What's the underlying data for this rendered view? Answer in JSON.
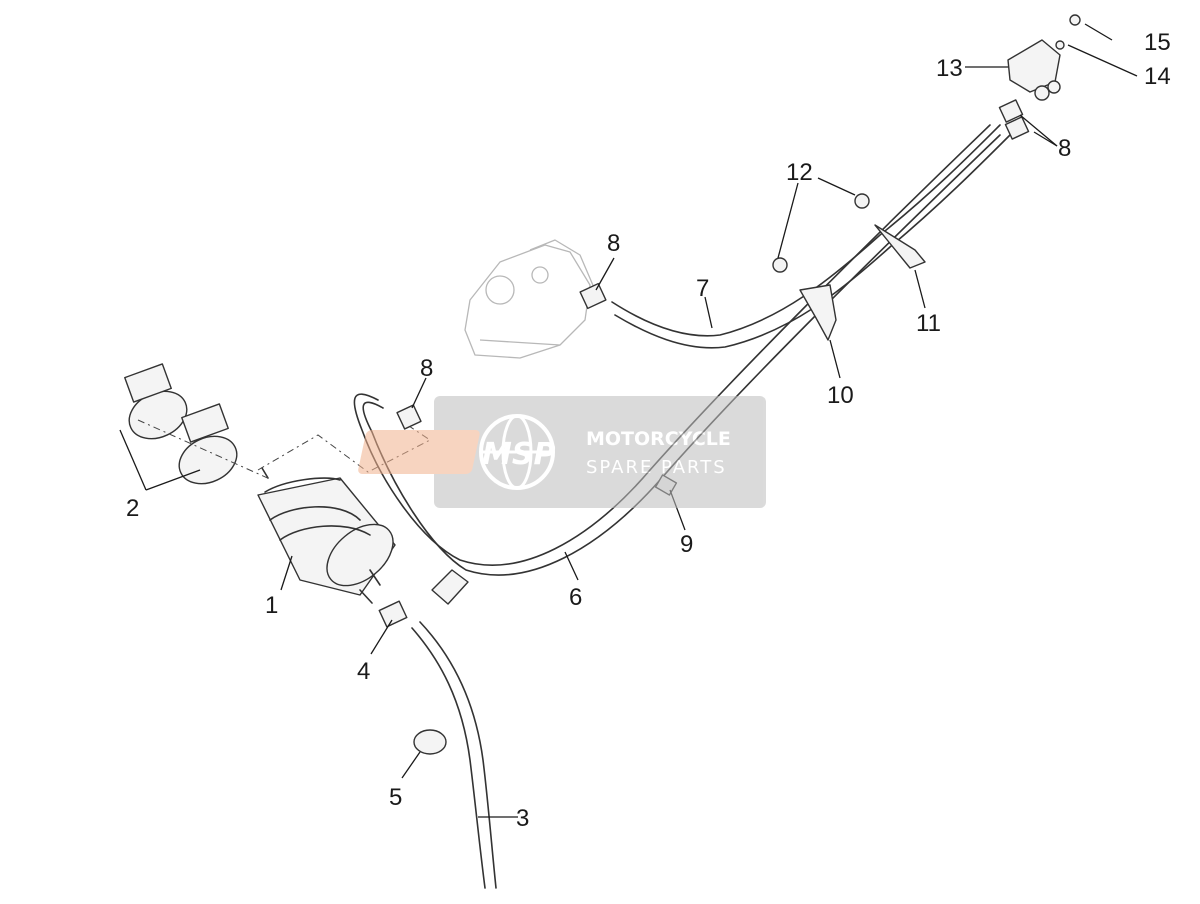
{
  "watermark": {
    "logo_text": "MSP",
    "line1": "MOTORCYCLE",
    "line2": "SPARE PARTS",
    "colors": {
      "box": "#bdbdbd",
      "logo": "#f2b28e",
      "text": "#ffffff"
    }
  },
  "callouts": [
    {
      "id": "c1",
      "label": "1"
    },
    {
      "id": "c2",
      "label": "2"
    },
    {
      "id": "c3",
      "label": "3"
    },
    {
      "id": "c4",
      "label": "4"
    },
    {
      "id": "c5",
      "label": "5"
    },
    {
      "id": "c6",
      "label": "6"
    },
    {
      "id": "c7",
      "label": "7"
    },
    {
      "id": "c8a",
      "label": "8"
    },
    {
      "id": "c8b",
      "label": "8"
    },
    {
      "id": "c8c",
      "label": "8"
    },
    {
      "id": "c9",
      "label": "9"
    },
    {
      "id": "c10",
      "label": "10"
    },
    {
      "id": "c11",
      "label": "11"
    },
    {
      "id": "c12",
      "label": "12"
    },
    {
      "id": "c13",
      "label": "13"
    },
    {
      "id": "c14",
      "label": "14"
    },
    {
      "id": "c15",
      "label": "15"
    }
  ]
}
